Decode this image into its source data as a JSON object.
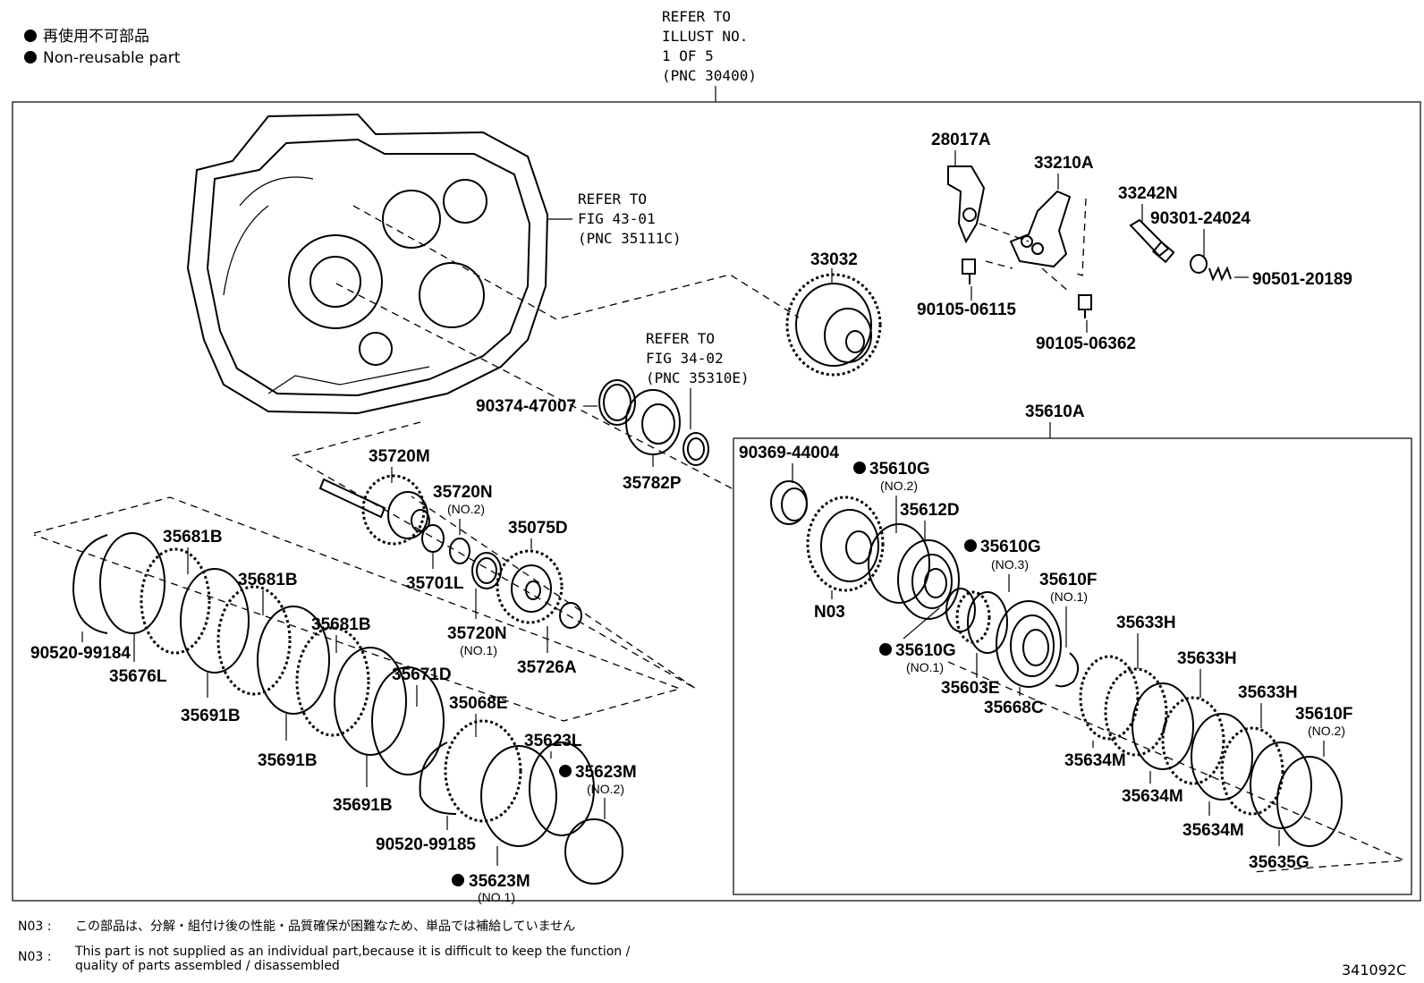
{
  "legend": {
    "jp": "再使用不可部品",
    "en": "Non-reusable part"
  },
  "refs": {
    "illust": [
      "REFER TO",
      "ILLUST NO.",
      "1 OF 5",
      "(PNC 30400)"
    ],
    "fig43": [
      "REFER TO",
      "FIG 43-01",
      "(PNC 35111C)"
    ],
    "fig34": [
      "REFER TO",
      "FIG 34-02",
      "(PNC 35310E)"
    ]
  },
  "parts": {
    "p28017A": "28017A",
    "p33210A": "33210A",
    "p33242N": "33242N",
    "p90301": "90301-24024",
    "p90501": "90501-20189",
    "p90105a": "90105-06115",
    "p90105b": "90105-06362",
    "p33032": "33032",
    "p90374": "90374-47007",
    "p35782P": "35782P",
    "p35610A": "35610A",
    "p90369": "90369-44004",
    "p35610G2": "35610G",
    "p35610G2s": "(NO.2)",
    "p35612D": "35612D",
    "p35610G3": "35610G",
    "p35610G3s": "(NO.3)",
    "p35610F1": "35610F",
    "p35610F1s": "(NO.1)",
    "pN03": "N03",
    "p35610G1": "35610G",
    "p35610G1s": "(NO.1)",
    "p35603E": "35603E",
    "p35668C": "35668C",
    "p35633H1": "35633H",
    "p35633H2": "35633H",
    "p35633H3": "35633H",
    "p35610F2": "35610F",
    "p35610F2s": "(NO.2)",
    "p35634M1": "35634M",
    "p35634M2": "35634M",
    "p35634M3": "35634M",
    "p35635G": "35635G",
    "p35720M": "35720M",
    "p35720N2": "35720N",
    "p35720N2s": "(NO.2)",
    "p35075D": "35075D",
    "p35701L": "35701L",
    "p35720N1": "35720N",
    "p35720N1s": "(NO.1)",
    "p35726A": "35726A",
    "p35681B1": "35681B",
    "p35681B2": "35681B",
    "p35681B3": "35681B",
    "p90520a": "90520-99184",
    "p35676L": "35676L",
    "p35691B1": "35691B",
    "p35691B2": "35691B",
    "p35691B3": "35691B",
    "p35671D": "35671D",
    "p35068E": "35068E",
    "p35623L": "35623L",
    "p35623M2": "35623M",
    "p35623M2s": "(NO.2)",
    "p90520b": "90520-99185",
    "p35623M1": "35623M",
    "p35623M1s": "(NO.1)"
  },
  "notes": {
    "code1": "N03 :",
    "jp": "この部品は、分解・組付け後の性能・品質確保が困難なため、単品では補給していません",
    "code2": "N03 :",
    "en1": "This part is not supplied as an individual part,because it is difficult to keep the function /",
    "en2": "quality of parts assembled / disassembled"
  },
  "illustration_id": "341092C"
}
